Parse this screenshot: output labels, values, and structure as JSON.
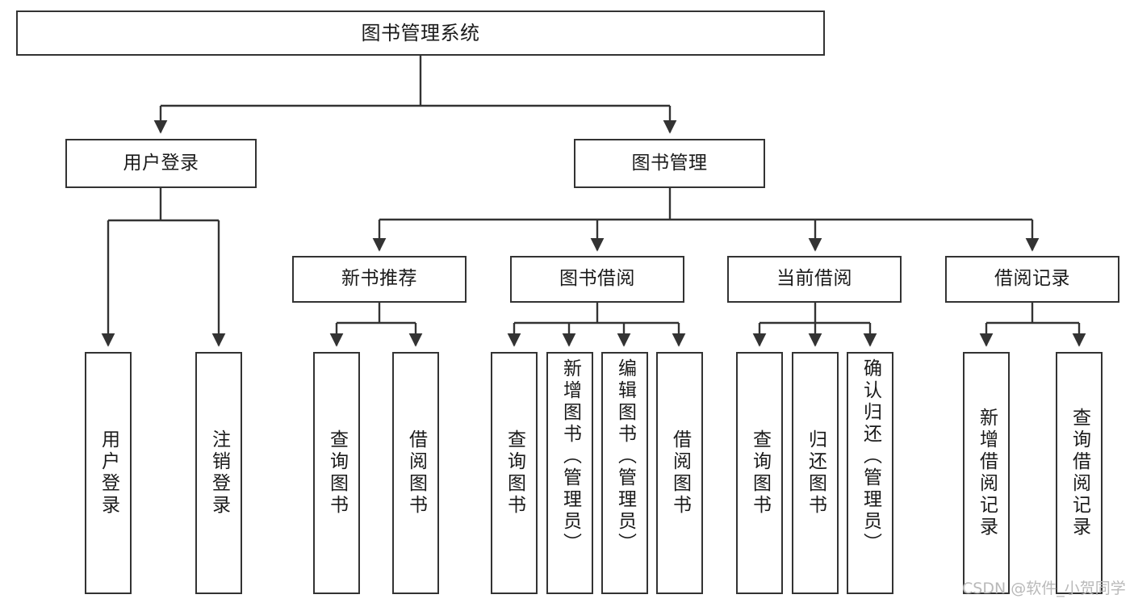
{
  "diagram": {
    "title": "图书管理系统",
    "type": "tree-hierarchy-functional-structure",
    "watermark": "CSDN @软件_小贺同学",
    "colors": {
      "node_border": "#333333",
      "node_fill": "#ffffff",
      "edge": "#333333",
      "text": "#1a1a1a",
      "watermark": "#b9b9b9",
      "background": "#ffffff"
    },
    "nodes": {
      "root": {
        "label": "图书管理系统"
      },
      "level2": [
        {
          "label": "用户登录"
        },
        {
          "label": "图书管理"
        }
      ],
      "level3": [
        {
          "label": "新书推荐"
        },
        {
          "label": "图书借阅"
        },
        {
          "label": "当前借阅"
        },
        {
          "label": "借阅记录"
        }
      ],
      "leaves": {
        "user_login": [
          {
            "label": "用户登录"
          },
          {
            "label": "注销登录"
          }
        ],
        "new_book_recommend": [
          {
            "label": "查询图书"
          },
          {
            "label": "借阅图书"
          }
        ],
        "book_borrow": [
          {
            "label": "查询图书"
          },
          {
            "label": "新增图书（管理员）"
          },
          {
            "label": "编辑图书（管理员）"
          },
          {
            "label": "借阅图书"
          }
        ],
        "current_borrow": [
          {
            "label": "查询图书"
          },
          {
            "label": "归还图书"
          },
          {
            "label": "确认归还（管理员）"
          }
        ],
        "borrow_record": [
          {
            "label": "新增借阅记录"
          },
          {
            "label": "查询借阅记录"
          }
        ]
      }
    }
  }
}
